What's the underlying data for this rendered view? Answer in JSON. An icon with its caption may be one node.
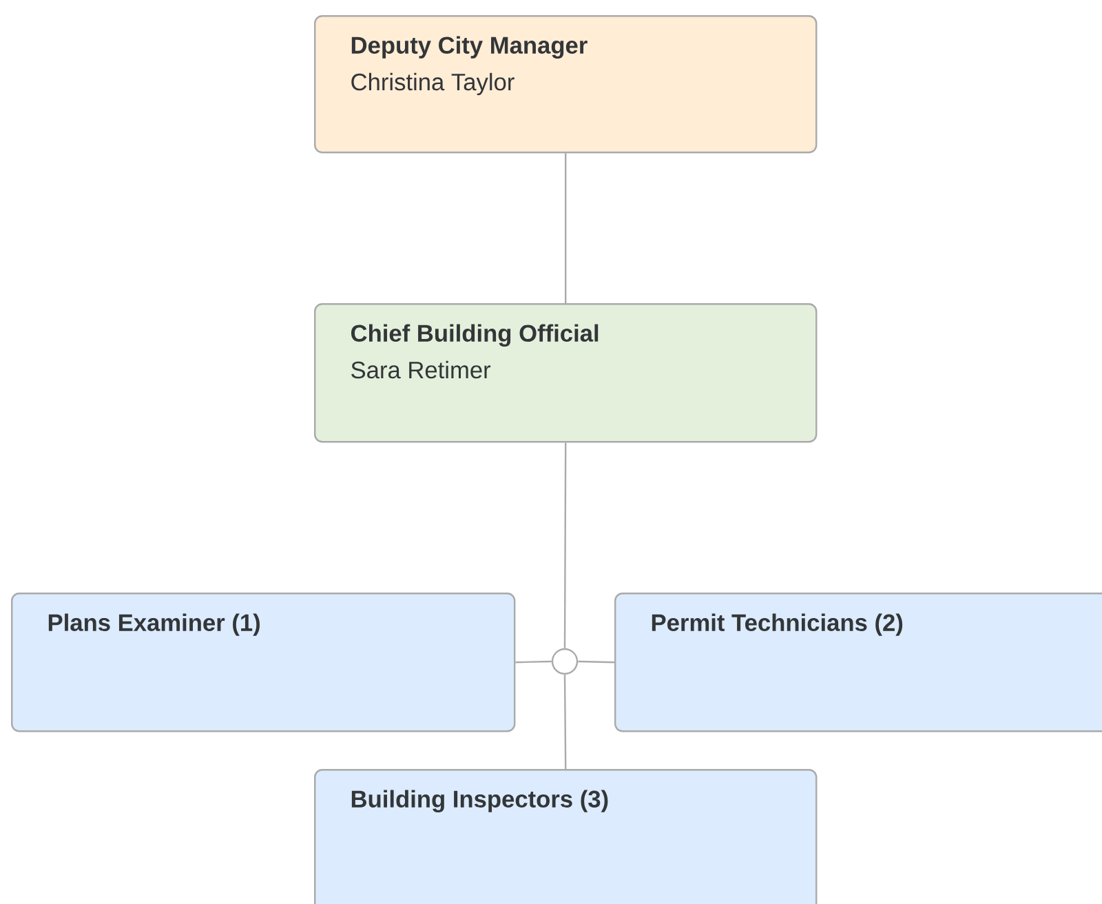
{
  "diagram": {
    "nodes": [
      {
        "text": [
          "Deputy City Manager",
          "Christina Taylor"
        ]
      },
      {
        "text": [
          "Chief Building Official",
          "Sara Retimer"
        ]
      },
      {
        "text": [
          "Plans Examiner (1)"
        ]
      },
      {
        "text": [
          "Permit Technicians (2)"
        ]
      },
      {
        "text": [
          "Building Inspectors (3)"
        ]
      },
      {
        "text": [],
        "shape": "circle"
      }
    ],
    "edges": [
      {
        "from": 0,
        "to": 1,
        "arrow": "none"
      },
      {
        "from": 1,
        "to": 5,
        "arrow": "none"
      },
      {
        "from": 5,
        "to": 2,
        "arrow": "none"
      },
      {
        "from": 5,
        "to": 3,
        "arrow": "none"
      },
      {
        "from": 5,
        "to": 4,
        "arrow": "none"
      }
    ]
  }
}
